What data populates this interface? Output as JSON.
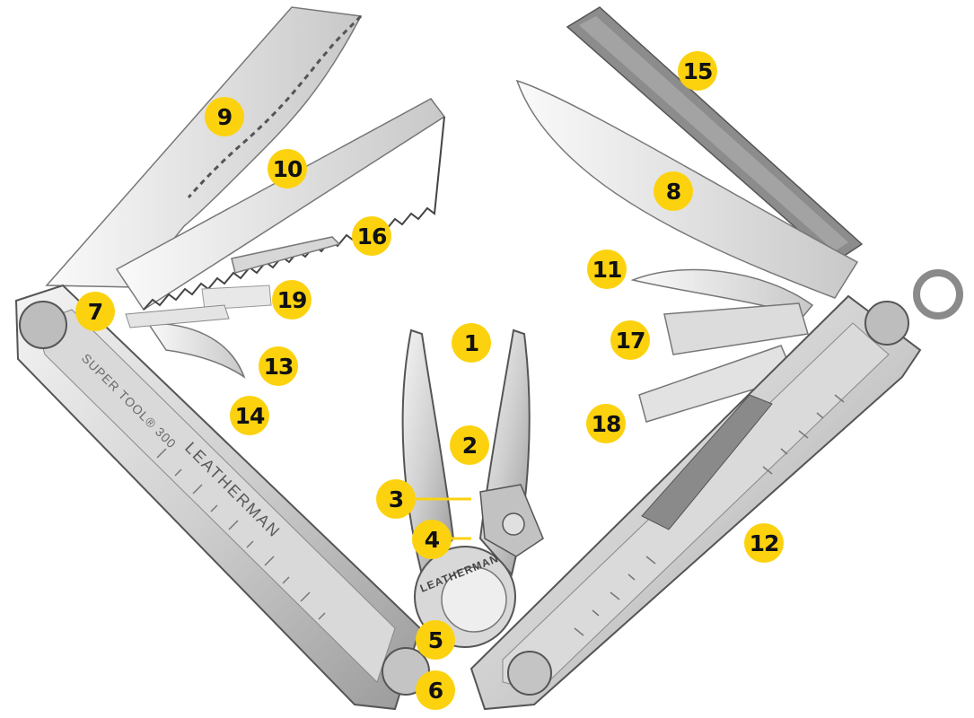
{
  "colors": {
    "callout_fill": "#fcd20f",
    "callout_text": "#111111",
    "steel_light": "#e6e6e6",
    "steel_mid": "#bdbdbd",
    "steel_dark": "#6e6e6e",
    "leader_line": "#fcd20f"
  },
  "engraving": {
    "brand": "LEATHERMAN",
    "model": "SUPER TOOL® 300",
    "pivot_badge": "LEATHERMAN"
  },
  "callouts": [
    "1",
    "2",
    "3",
    "4",
    "5",
    "6",
    "7",
    "8",
    "9",
    "10",
    "11",
    "12",
    "13",
    "14",
    "15",
    "16",
    "17",
    "18",
    "19"
  ]
}
